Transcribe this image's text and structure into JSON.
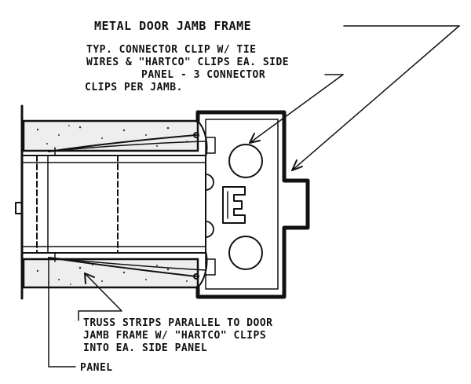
{
  "labels": {
    "frame": "METAL DOOR JAMB FRAME",
    "connector_line1": "TYP. CONNECTOR CLIP W/ TIE",
    "connector_line2": "WIRES & \"HARTCO\" CLIPS EA. SIDE",
    "connector_line3": "PANEL - 3 CONNECTOR",
    "connector_line4": "CLIPS PER JAMB.",
    "truss_line1": "TRUSS STRIPS PARALLEL TO DOOR",
    "truss_line2": "JAMB FRAME W/ \"HARTCO\" CLIPS",
    "truss_line3": "INTO EA. SIDE PANEL",
    "panel": "PANEL"
  },
  "colors": {
    "ink": "#111111",
    "paper": "#ffffff"
  }
}
